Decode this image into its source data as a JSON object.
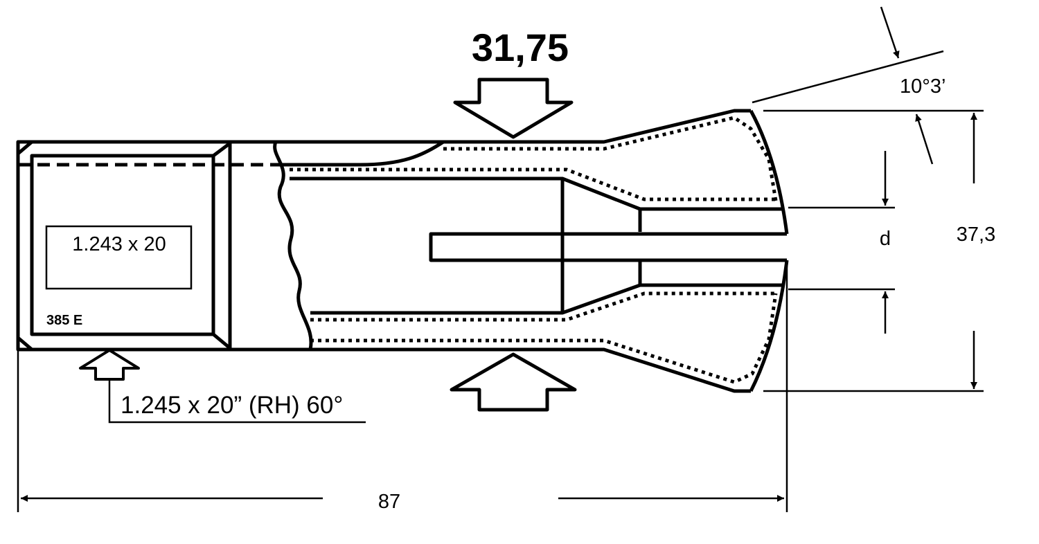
{
  "labels": {
    "size_main": "31,75",
    "angle": "10°3’",
    "d_label": "d",
    "outer_dia": "37,3",
    "inner_box_text": "1.243 x 20",
    "part_code": "385 E",
    "thread_spec": "1.245 x 20” (RH) 60°",
    "length": "87"
  },
  "colors": {
    "stroke": "#000000",
    "background": "#ffffff"
  }
}
